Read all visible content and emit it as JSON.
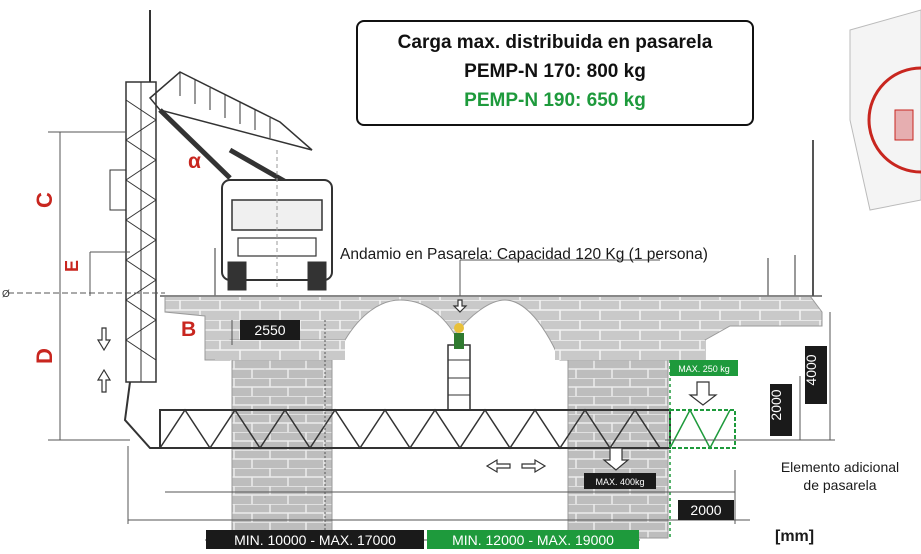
{
  "load_box": {
    "line1": "Carga max. distribuida en pasarela",
    "line2": "PEMP-N 170: 800 kg",
    "line3": "PEMP-N 190: 650 kg"
  },
  "scaffold_note": "Andamio en Pasarela: Capacidad 120 Kg (1 persona)",
  "dimensions": {
    "C": "C",
    "E": "E",
    "D": "D",
    "B": "B",
    "alpha": "α",
    "zero": "Ø",
    "b_value": "2550",
    "v_4000": "4000",
    "v_2000": "2000",
    "h_2000": "2000",
    "max_250": "MAX. 250 kg",
    "max_400": "MAX. 400kg",
    "range_170": "MIN. 10000 - MAX. 17000",
    "range_190": "MIN. 12000 - MAX. 19000",
    "unit": "[mm]"
  },
  "additional_element": {
    "line1": "Elemento adicional",
    "line2": "de pasarela"
  },
  "colors": {
    "red": "#c8261f",
    "green": "#1e9a3c",
    "dark": "#1a1a1a",
    "stone": "#c9c9c9"
  }
}
